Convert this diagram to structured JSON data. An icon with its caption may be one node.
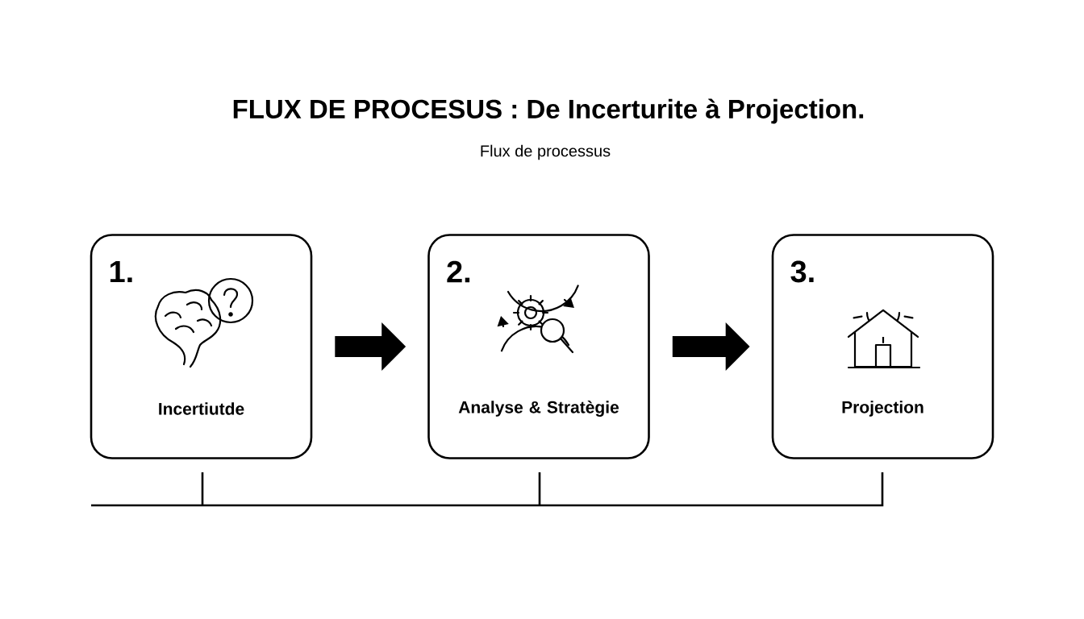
{
  "diagram": {
    "title": "FLUX DE PROCESUS : De Incerturite à Projection.",
    "caption": "Flux de processus",
    "nodes": [
      {
        "text": [
          "1.",
          "Incertiutde"
        ]
      },
      {
        "text": [
          "2.",
          "Analyse & Stratègie"
        ]
      },
      {
        "text": [
          "3.",
          "Projection"
        ]
      }
    ],
    "edges": [
      {
        "from": 0,
        "to": 1,
        "arrow": "to"
      },
      {
        "from": 1,
        "to": 2,
        "arrow": "to"
      }
    ]
  }
}
